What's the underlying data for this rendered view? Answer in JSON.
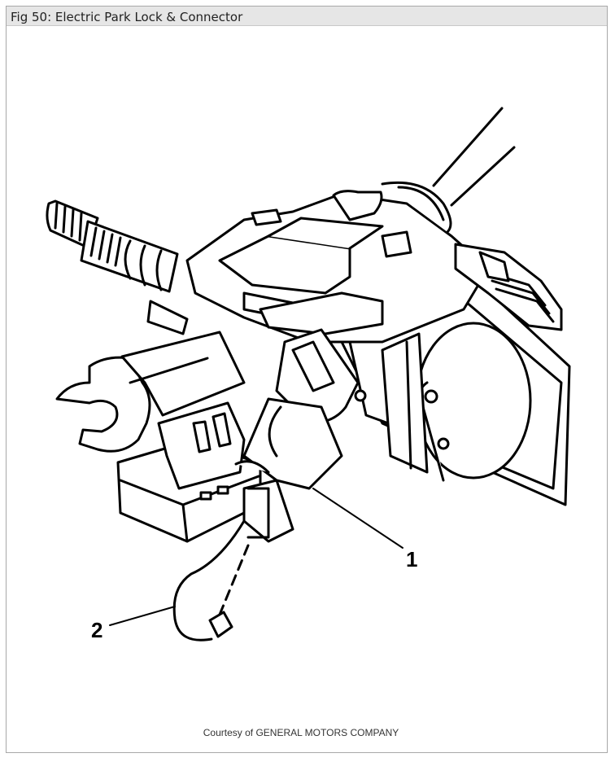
{
  "figure": {
    "title": "Fig 50: Electric Park Lock & Connector",
    "callouts": [
      {
        "label": "1"
      },
      {
        "label": "2"
      }
    ],
    "credit": "Courtesy of GENERAL MOTORS COMPANY"
  }
}
